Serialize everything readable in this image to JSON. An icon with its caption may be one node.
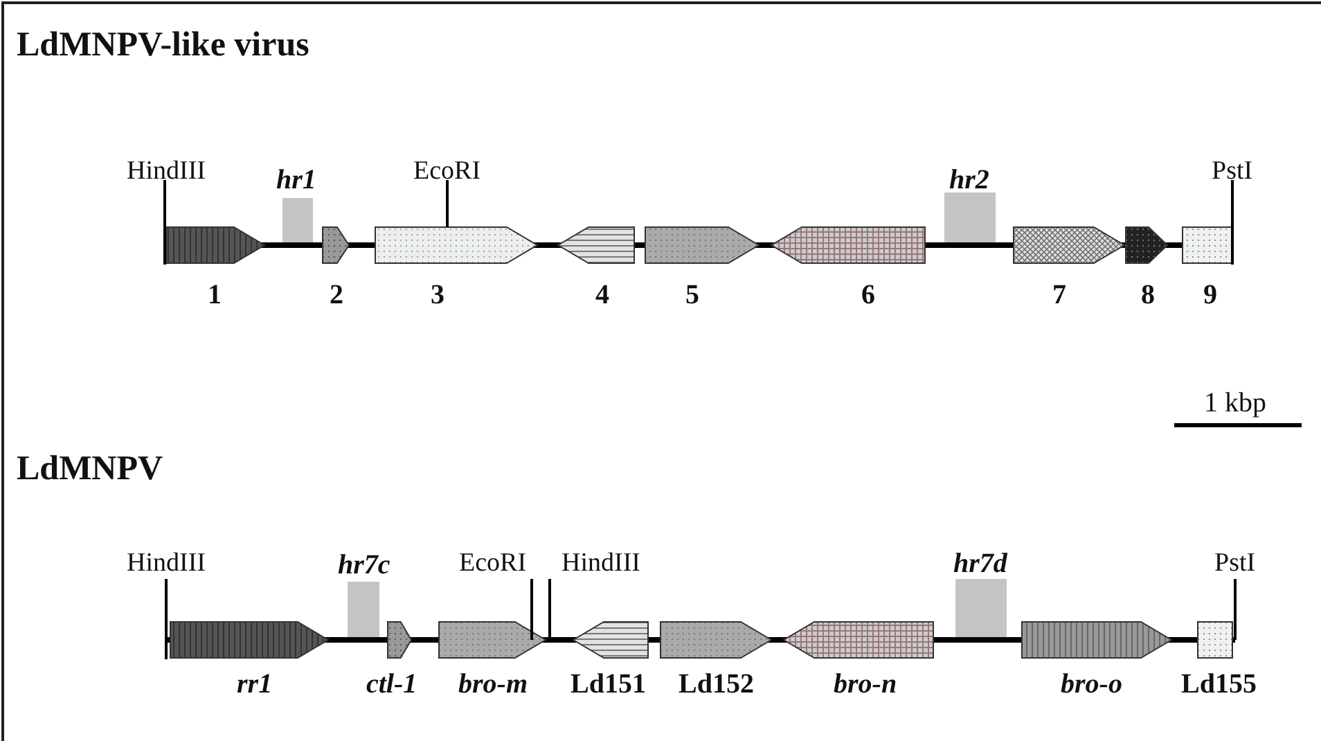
{
  "diagram": {
    "labels": [
      "LdMNPV-like virus",
      "HindIII",
      "hr1",
      "EcoRI",
      "hr2",
      "PstI",
      "1",
      "2",
      "3",
      "4",
      "5",
      "6",
      "7",
      "8",
      "9",
      "1 kbp",
      "LdMNPV",
      "HindIII",
      "hr7c",
      "EcoRI",
      "HindIII",
      "hr7d",
      "PstI",
      "rr1",
      "ctl-1",
      "bro-m",
      "Ld151",
      "Ld152",
      "bro-n",
      "bro-o",
      "Ld155"
    ]
  }
}
